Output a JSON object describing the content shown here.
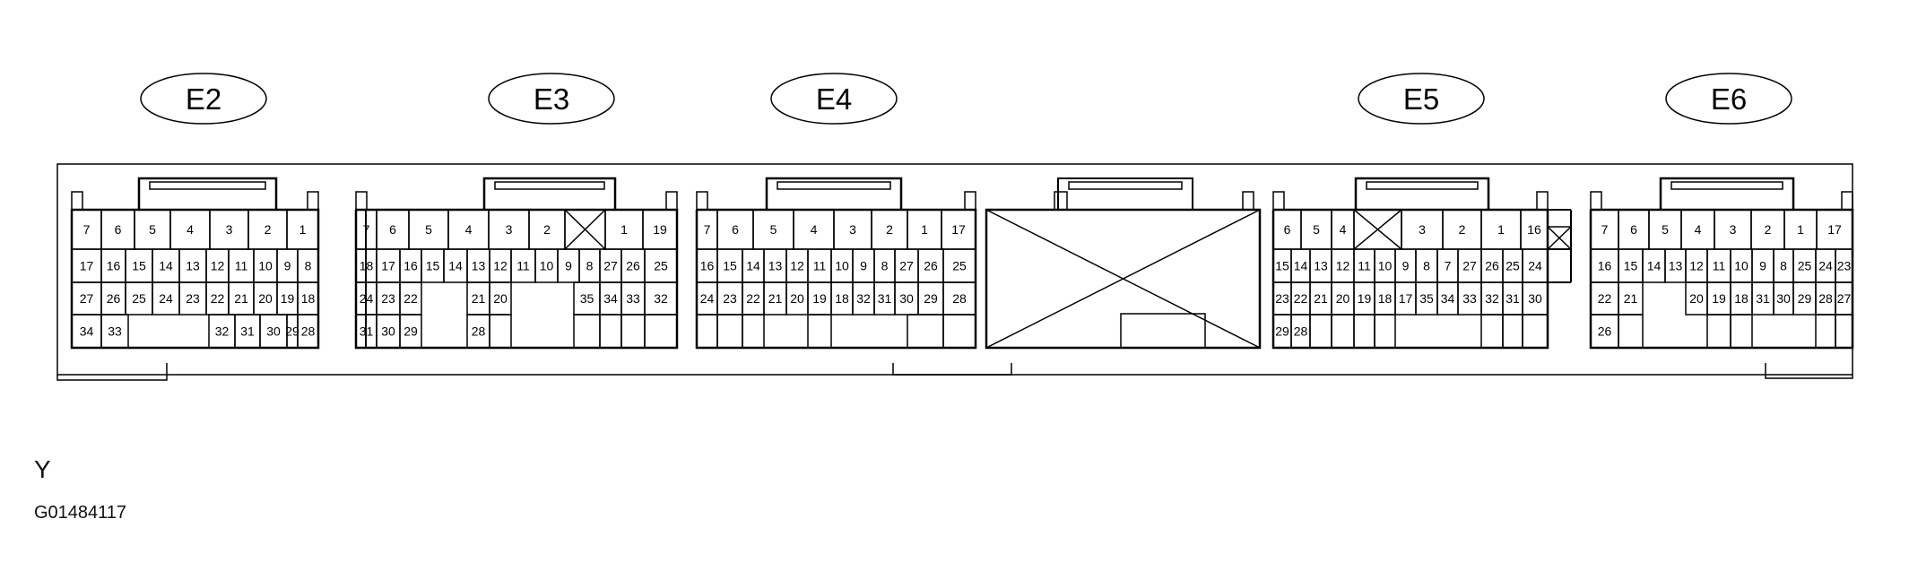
{
  "connectors": [
    {
      "label": "E2",
      "pins": [
        "7",
        "6",
        "5",
        "4",
        "3",
        "2",
        "1",
        "17",
        "16",
        "15",
        "14",
        "13",
        "12",
        "11",
        "10",
        "9",
        "8",
        "27",
        "26",
        "25",
        "24",
        "23",
        "22",
        "21",
        "20",
        "19",
        "18",
        "34",
        "33",
        "32",
        "31",
        "30",
        "29",
        "28"
      ]
    },
    {
      "label": "E3",
      "pins": [
        "7",
        "6",
        "5",
        "4",
        "3",
        "2",
        "1",
        "19",
        "18",
        "17",
        "16",
        "15",
        "14",
        "13",
        "12",
        "11",
        "10",
        "9",
        "8",
        "27",
        "26",
        "25",
        "24",
        "23",
        "22",
        "21",
        "20",
        "35",
        "34",
        "33",
        "32",
        "31",
        "30",
        "29",
        "28"
      ]
    },
    {
      "label": "E4",
      "pins": [
        "7",
        "6",
        "5",
        "4",
        "3",
        "2",
        "1",
        "17",
        "16",
        "15",
        "14",
        "13",
        "12",
        "11",
        "10",
        "9",
        "8",
        "27",
        "26",
        "25",
        "24",
        "23",
        "22",
        "21",
        "20",
        "19",
        "18",
        "32",
        "31",
        "30",
        "29",
        "28"
      ]
    },
    {
      "label": "E5",
      "pins": [
        "6",
        "5",
        "4",
        "3",
        "2",
        "1",
        "16",
        "15",
        "14",
        "13",
        "12",
        "11",
        "10",
        "9",
        "8",
        "7",
        "27",
        "26",
        "25",
        "24",
        "23",
        "22",
        "21",
        "20",
        "19",
        "18",
        "17",
        "35",
        "34",
        "33",
        "32",
        "31",
        "30",
        "29",
        "28"
      ]
    },
    {
      "label": "E6",
      "pins": [
        "7",
        "6",
        "5",
        "4",
        "3",
        "2",
        "1",
        "17",
        "16",
        "15",
        "14",
        "13",
        "12",
        "11",
        "10",
        "9",
        "8",
        "25",
        "24",
        "23",
        "22",
        "21",
        "20",
        "19",
        "18",
        "31",
        "30",
        "29",
        "28",
        "27",
        "26"
      ]
    }
  ],
  "caption": {
    "letter": "Y",
    "code": "G01484117"
  },
  "colors": {
    "line": "#000000",
    "background": "#ffffff"
  }
}
